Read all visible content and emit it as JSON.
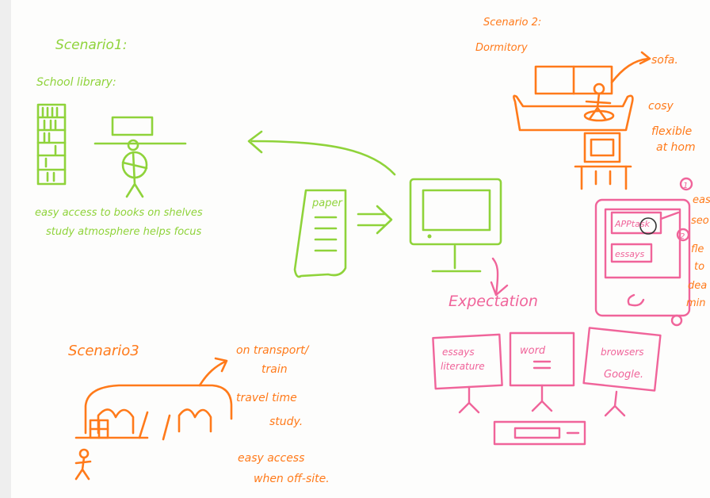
{
  "scenario1": {
    "title": "Scenario1:",
    "subtitle": "School library:",
    "notes": [
      "easy access to books on shelves",
      "study atmosphere helps focus"
    ]
  },
  "scenario2": {
    "title": "Scenario 2:",
    "subtitle": "Dormitory",
    "sofa_label": "sofa.",
    "notes": [
      "cosy",
      "flexible",
      "at hom"
    ]
  },
  "center": {
    "paper_label": "paper",
    "expectation": "Expectation"
  },
  "screens": [
    "essays",
    "literature",
    "word",
    "browsers",
    "Google."
  ],
  "tablet": {
    "apps": [
      "APPtask",
      "essays"
    ],
    "marker_1": "1",
    "marker_2": "2",
    "side_notes": [
      "eas",
      "seo",
      "fle",
      "to",
      "dea",
      "min"
    ]
  },
  "scenario3": {
    "title": "Scenario3",
    "notes": [
      "on transport/",
      "train",
      "travel time",
      "study.",
      "easy access",
      "when off-site."
    ]
  },
  "colors": {
    "green": "#8fd33a",
    "orange": "#ff7a1a",
    "pink": "#f0649a"
  }
}
